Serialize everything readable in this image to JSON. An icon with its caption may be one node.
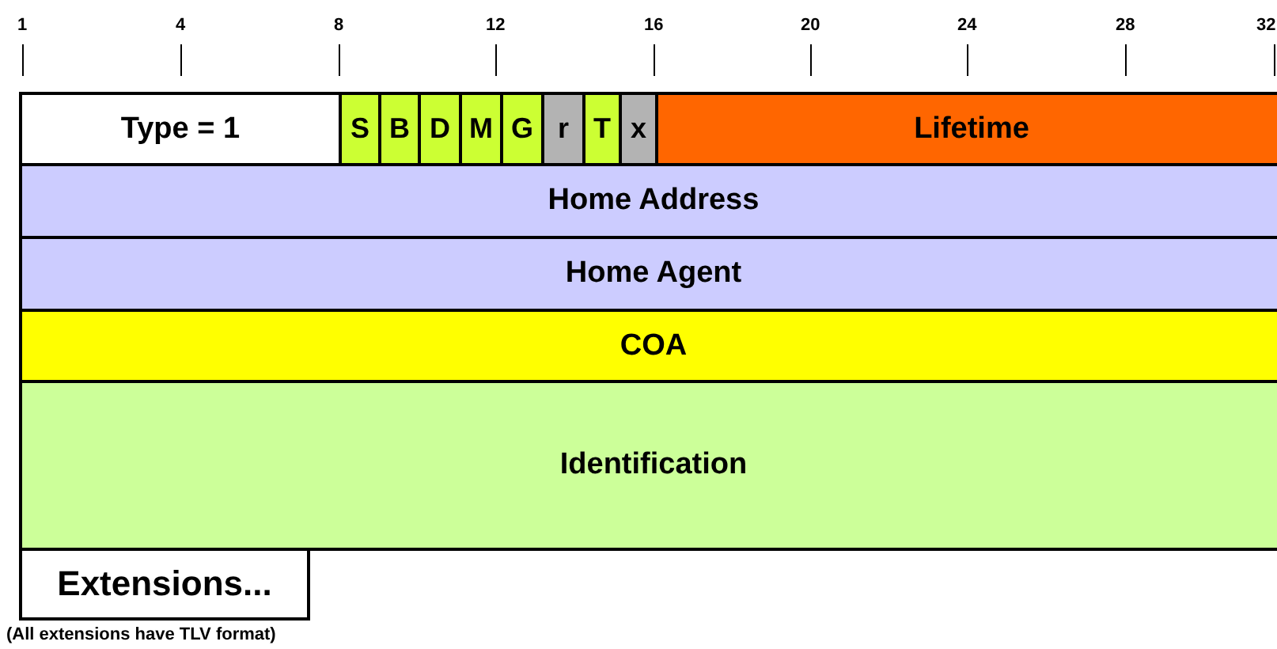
{
  "diagram": {
    "nodes": [
      {
        "text": [
          "Type = 1"
        ]
      },
      {
        "text": [
          "S"
        ]
      },
      {
        "text": [
          "B"
        ]
      },
      {
        "text": [
          "D"
        ]
      },
      {
        "text": [
          "M"
        ]
      },
      {
        "text": [
          "G"
        ]
      },
      {
        "text": [
          "r"
        ]
      },
      {
        "text": [
          "T"
        ]
      },
      {
        "text": [
          "x"
        ]
      },
      {
        "text": [
          "Lifetime"
        ]
      },
      {
        "text": [
          "Home Address"
        ]
      },
      {
        "text": [
          "Home Agent"
        ]
      },
      {
        "text": [
          "COA"
        ]
      },
      {
        "text": [
          "Identification"
        ]
      },
      {
        "text": [
          "Extensions..."
        ]
      }
    ],
    "labels": [
      "1",
      "4",
      "8",
      "12",
      "16",
      "20",
      "24",
      "28",
      "32",
      "(All extensions have TLV format)"
    ]
  }
}
